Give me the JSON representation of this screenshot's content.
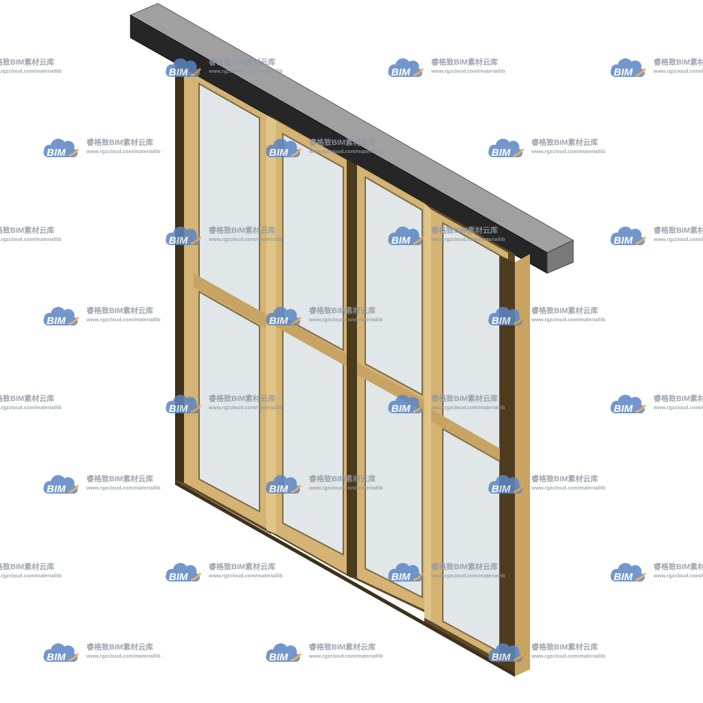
{
  "watermark": {
    "cloud_label": "BIM",
    "title": "睿格致BIM素材云库",
    "url": "www.rgzcloud.com/materiallib",
    "colors": {
      "cloud": "#5b86c4",
      "swoosh": "#f0a13a",
      "text": "#8e98a4"
    }
  },
  "colors": {
    "beam_top": "#999999",
    "beam_front": "#222222",
    "beam_end": "#777777",
    "frame_light": "#c8a464",
    "frame_face": "#d8b878",
    "frame_dark": "#5e4a28",
    "glass": "#dfe4e6"
  }
}
